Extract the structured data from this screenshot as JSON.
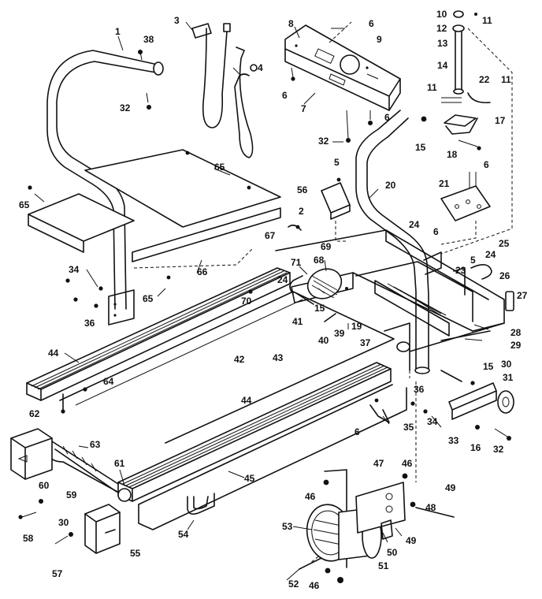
{
  "diagram": {
    "part_labels": [
      {
        "id": "c1",
        "text": "1"
      },
      {
        "id": "c3",
        "text": "3"
      },
      {
        "id": "c38",
        "text": "38"
      },
      {
        "id": "c4",
        "text": "4"
      },
      {
        "id": "c8",
        "text": "8"
      },
      {
        "id": "c6a",
        "text": "6"
      },
      {
        "id": "c9",
        "text": "9"
      },
      {
        "id": "c10",
        "text": "10"
      },
      {
        "id": "c12",
        "text": "12"
      },
      {
        "id": "c11a",
        "text": "11"
      },
      {
        "id": "c13",
        "text": "13"
      },
      {
        "id": "c14",
        "text": "14"
      },
      {
        "id": "c6b",
        "text": "6"
      },
      {
        "id": "c7",
        "text": "7"
      },
      {
        "id": "c11b",
        "text": "11"
      },
      {
        "id": "c22",
        "text": "22"
      },
      {
        "id": "c11c",
        "text": "11"
      },
      {
        "id": "c32a",
        "text": "32"
      },
      {
        "id": "c6c",
        "text": "6"
      },
      {
        "id": "c17",
        "text": "17"
      },
      {
        "id": "c32b",
        "text": "32"
      },
      {
        "id": "c15a",
        "text": "15"
      },
      {
        "id": "c18",
        "text": "18"
      },
      {
        "id": "c65a",
        "text": "65"
      },
      {
        "id": "c5a",
        "text": "5"
      },
      {
        "id": "c6d",
        "text": "6"
      },
      {
        "id": "c65b",
        "text": "65"
      },
      {
        "id": "c56",
        "text": "56"
      },
      {
        "id": "c21",
        "text": "21"
      },
      {
        "id": "c20",
        "text": "20"
      },
      {
        "id": "c2",
        "text": "2"
      },
      {
        "id": "c67",
        "text": "67"
      },
      {
        "id": "c24a",
        "text": "24"
      },
      {
        "id": "c6e",
        "text": "6"
      },
      {
        "id": "c25",
        "text": "25"
      },
      {
        "id": "c69",
        "text": "69"
      },
      {
        "id": "c66",
        "text": "66"
      },
      {
        "id": "c71",
        "text": "71"
      },
      {
        "id": "c68",
        "text": "68"
      },
      {
        "id": "c5b",
        "text": "5"
      },
      {
        "id": "c24b",
        "text": "24"
      },
      {
        "id": "c34a",
        "text": "34"
      },
      {
        "id": "c23",
        "text": "23"
      },
      {
        "id": "c26",
        "text": "26"
      },
      {
        "id": "c24c",
        "text": "24"
      },
      {
        "id": "c27",
        "text": "27"
      },
      {
        "id": "c65c",
        "text": "65"
      },
      {
        "id": "c70",
        "text": "70"
      },
      {
        "id": "c36a",
        "text": "36"
      },
      {
        "id": "c41",
        "text": "41"
      },
      {
        "id": "c15b",
        "text": "15"
      },
      {
        "id": "c19",
        "text": "19"
      },
      {
        "id": "c39",
        "text": "39"
      },
      {
        "id": "c40",
        "text": "40"
      },
      {
        "id": "c28",
        "text": "28"
      },
      {
        "id": "c37",
        "text": "37"
      },
      {
        "id": "c29",
        "text": "29"
      },
      {
        "id": "c42",
        "text": "42"
      },
      {
        "id": "c44a",
        "text": "44"
      },
      {
        "id": "c43",
        "text": "43"
      },
      {
        "id": "c30a",
        "text": "30"
      },
      {
        "id": "c15c",
        "text": "15"
      },
      {
        "id": "c31",
        "text": "31"
      },
      {
        "id": "c64",
        "text": "64"
      },
      {
        "id": "c36b",
        "text": "36"
      },
      {
        "id": "c44b",
        "text": "44"
      },
      {
        "id": "c34b",
        "text": "34"
      },
      {
        "id": "c62",
        "text": "62"
      },
      {
        "id": "c6f",
        "text": "6"
      },
      {
        "id": "c35",
        "text": "35"
      },
      {
        "id": "c33",
        "text": "33"
      },
      {
        "id": "c16",
        "text": "16"
      },
      {
        "id": "c32c",
        "text": "32"
      },
      {
        "id": "c63",
        "text": "63"
      },
      {
        "id": "c60",
        "text": "60"
      },
      {
        "id": "c61",
        "text": "61"
      },
      {
        "id": "c45",
        "text": "45"
      },
      {
        "id": "c47",
        "text": "47"
      },
      {
        "id": "c46a",
        "text": "46"
      },
      {
        "id": "c49a",
        "text": "49"
      },
      {
        "id": "c59",
        "text": "59"
      },
      {
        "id": "c46b",
        "text": "46"
      },
      {
        "id": "c48",
        "text": "48"
      },
      {
        "id": "c58",
        "text": "58"
      },
      {
        "id": "c30b",
        "text": "30"
      },
      {
        "id": "c54",
        "text": "54"
      },
      {
        "id": "c53",
        "text": "53"
      },
      {
        "id": "c49b",
        "text": "49"
      },
      {
        "id": "c50",
        "text": "50"
      },
      {
        "id": "c55",
        "text": "55"
      },
      {
        "id": "c57",
        "text": "57"
      },
      {
        "id": "c51",
        "text": "51"
      },
      {
        "id": "c52",
        "text": "52"
      },
      {
        "id": "c46c",
        "text": "46"
      }
    ]
  }
}
